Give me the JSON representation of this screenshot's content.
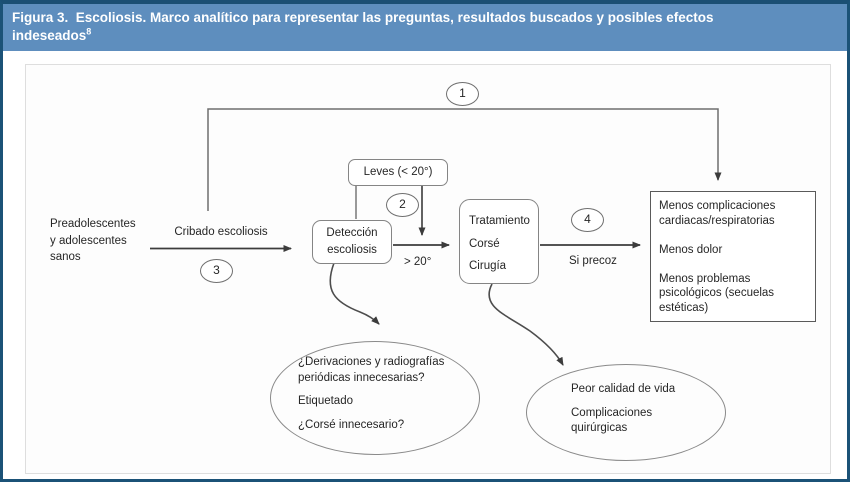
{
  "header": {
    "title": "Figura 3.  Escoliosis. Marco analítico para representar las preguntas, resultados buscados y posibles efectos\nindeseados",
    "title_ref": "8"
  },
  "diagram": {
    "population": "Preadolescentes\ny adolescentes\nsanos",
    "screening_label": "Cribado escoliosis",
    "numbers": {
      "q1": "1",
      "q2": "2",
      "q3": "3",
      "q4": "4"
    },
    "boxes": {
      "leves": "Leves (< 20°)",
      "deteccion": "Detección\nescoliosis",
      "tratamiento": "Tratamiento\nCorsé\nCirugía",
      "outcomes": "Menos complicaciones cardiacas/respiratorias\n\nMenos dolor\n\nMenos problemas psicológicos (secuelas estéticas)"
    },
    "labels": {
      "threshold": "> 20°",
      "early": "Si precoz"
    },
    "harms_screening": {
      "items": [
        "¿Derivaciones y radiografías periódicas innecesarias?",
        "Etiquetado",
        "¿Corsé innecesario?"
      ]
    },
    "harms_treatment": {
      "items": [
        "Peor calidad de vida",
        "Complicaciones quirúrgicas"
      ]
    }
  },
  "colors": {
    "header_bg": "#5e8ebe",
    "figure_border": "#1b5277",
    "box_border": "#858585",
    "arrow": "#3c3c3c",
    "text": "#262626"
  }
}
